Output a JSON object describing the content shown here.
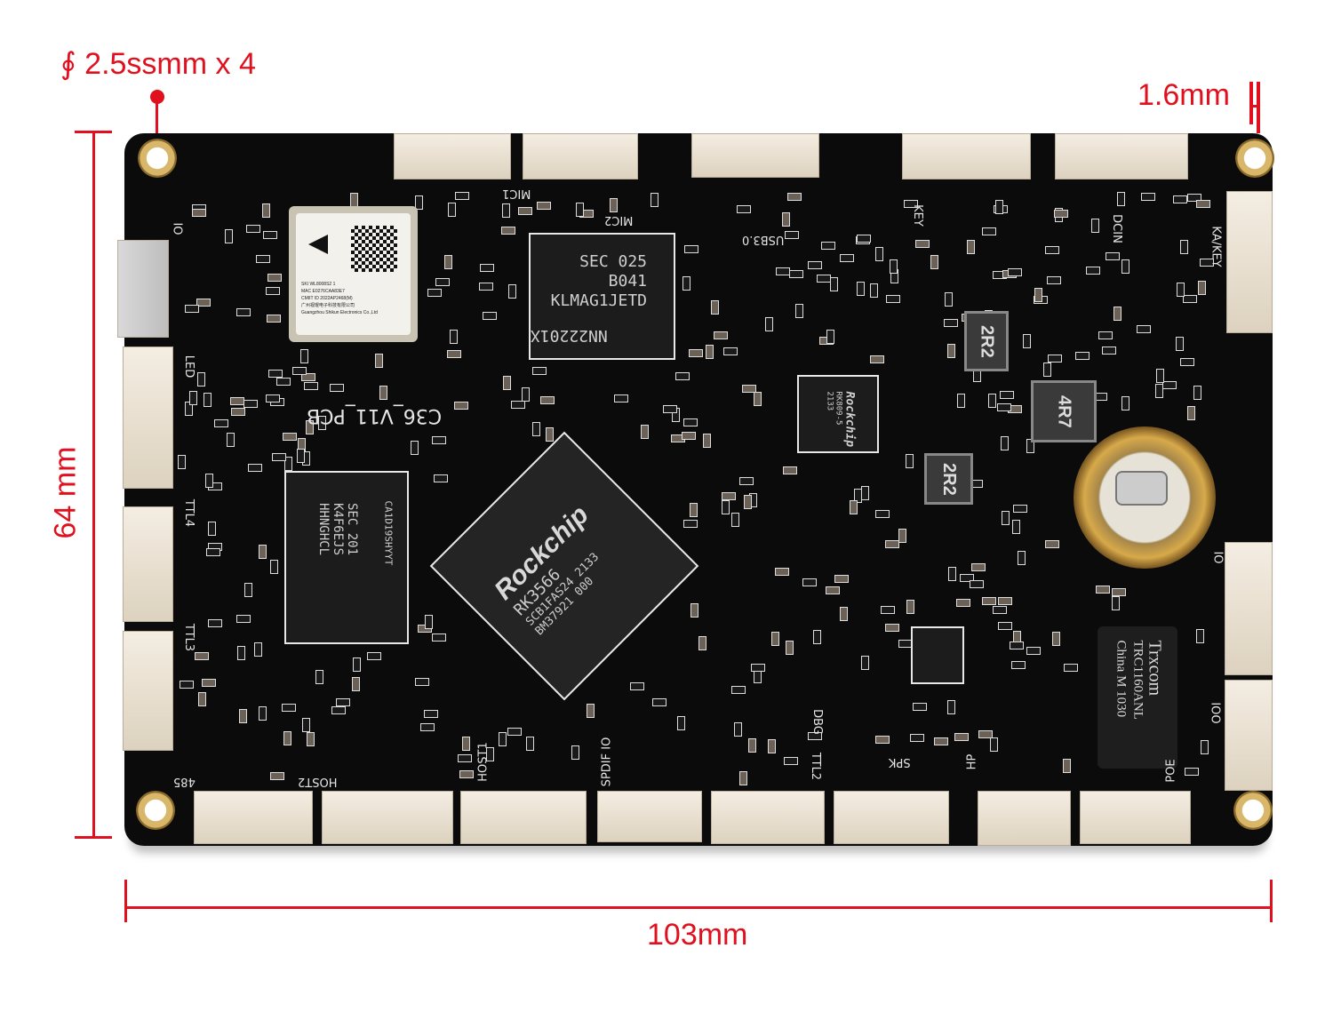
{
  "annotations": {
    "hole_symbol": "∮",
    "hole_spec": "2.5ssmm x 4",
    "thickness": "1.6mm",
    "height": "64 mm",
    "width": "103mm"
  },
  "colors": {
    "annotation": "#e0101e",
    "board": "#0b0b0b",
    "connector": "#efe6d8"
  },
  "wifi_module": {
    "lines": [
      "SKI  WL8008S2 1",
      "MAC  E0276CAA83E7",
      "CMIIT ID 2022AP2468(M)",
      "广州视琨电子科技有限公司",
      "Guangzhou Shikun Electronics Co.,Ltd"
    ]
  },
  "emmc": {
    "lines": [
      "SEC 025",
      "B041",
      "KLMAG1JETD",
      "NN22201X"
    ]
  },
  "ddr": {
    "lines": [
      "SEC 201",
      "K4F6EJS",
      "HHNGHCL"
    ],
    "code": "CA1D19SHYYT"
  },
  "soc": {
    "brand": "Rockchip",
    "model": "RK3566",
    "line2": "SCB1FAS24 2133",
    "line3": "BM37921 000"
  },
  "pmic": {
    "brand": "Rockchip",
    "model": "RK809-5",
    "line2": "2133"
  },
  "ethernet": {
    "lines": [
      "Trxcom",
      "TRC1160ANL",
      "China M 1030"
    ]
  },
  "inductors": [
    "2R2",
    "2R2",
    "4R7"
  ],
  "pcb_label": "C36_V11_PCB",
  "silkscreen": {
    "mic1": "MIC1",
    "mic2": "MIC2",
    "usb": "USB3.0",
    "key": "KEY",
    "dcin": "DCIN",
    "kakey": "KA/KEY",
    "io_top": "IO",
    "led": "LED",
    "ttl4": "TTL4",
    "ttl3": "TTL3",
    "rs485": "485",
    "host2": "HOST2",
    "host1": "HOST1",
    "spdif": "SPDIF IO",
    "dbg": "DBG",
    "ttl2": "TTL2",
    "spk": "SPK",
    "hp": "HP",
    "poe": "POE",
    "io_right": "IO",
    "ioo": "IOO"
  }
}
